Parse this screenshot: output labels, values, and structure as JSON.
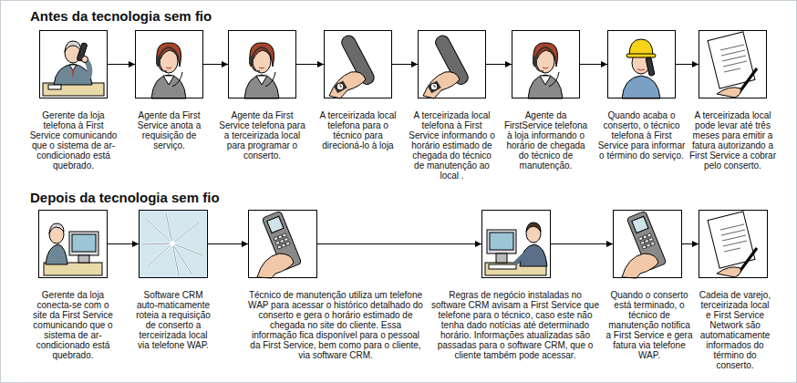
{
  "diagram": {
    "nodes": [
      {
        "text": [
          "Gerente da loja telefona à First Service comunicando que o sistema de ar-condicionado está quebrado."
        ]
      },
      {
        "text": [
          "Agente da First Service anota a requisição de serviço."
        ]
      },
      {
        "text": [
          "Agente da First Service telefona para a terceirizada local para programar o conserto."
        ]
      },
      {
        "text": [
          "A terceirizada local telefona para o técnico para direcioná-lo à loja"
        ]
      },
      {
        "text": [
          "A terceirizada local telefona à First Service informando o horário estimado de chegada do técnico de manutenção ao local ."
        ]
      },
      {
        "text": [
          "Agente da FirstService telefona à loja informando o horário de chegada do técnico de manutenção."
        ]
      },
      {
        "text": [
          "Quando acaba o conserto, o técnico telefona à First Service para informar o término do serviço."
        ]
      },
      {
        "text": [
          "A terceirizada local pode levar até três meses para emitir a fatura autorizando a First Service a cobrar pelo conserto."
        ]
      },
      {
        "text": [
          "Gerente da loja conecta-se com o site da First Service comunicando que o sistema de ar-condicionado está quebrado."
        ]
      },
      {
        "text": [
          "Software CRM auto-maticamente roteia a requisição de conserto a terceirizada local via telefone WAP."
        ]
      },
      {
        "text": [
          "Técnico de manutenção utiliza um telefone WAP para acessar o histórico detalhado do conserto e gera o horário estimado de chegada no site do cliente. Essa informação fica disponível para o pessoal da First Service, bem como para o cliente, via software CRM."
        ]
      },
      {
        "text": [
          "Regras de negócio instaladas no software CRM avisam a First Service que telefone para o técnico, caso este não tenha dado notícias até determinado horário. Informações atualizadas são passadas para o software CRM, que o cliente também pode acessar."
        ]
      },
      {
        "text": [
          "Quando o conserto está terminado, o técnico de manutenção notifica a First Service e gera fatura via telefone WAP."
        ]
      },
      {
        "text": [
          "Cadeia de varejo, terceirizada local e First Service Network são automaticamente informados do término do conserto."
        ]
      }
    ],
    "edges": [
      {
        "from": 0,
        "to": 1,
        "arrow": "to"
      },
      {
        "from": 1,
        "to": 2,
        "arrow": "to"
      },
      {
        "from": 2,
        "to": 3,
        "arrow": "to"
      },
      {
        "from": 3,
        "to": 4,
        "arrow": "to"
      },
      {
        "from": 4,
        "to": 5,
        "arrow": "to"
      },
      {
        "from": 5,
        "to": 6,
        "arrow": "to"
      },
      {
        "from": 6,
        "to": 7,
        "arrow": "to"
      },
      {
        "from": 8,
        "to": 9,
        "arrow": "to"
      },
      {
        "from": 9,
        "to": 10,
        "arrow": "to"
      },
      {
        "from": 10,
        "to": 11,
        "arrow": "to"
      },
      {
        "from": 11,
        "to": 12,
        "arrow": "to"
      },
      {
        "from": 12,
        "to": 13,
        "arrow": "to"
      }
    ],
    "labels": [
      "Antes da tecnologia sem fio",
      "Depois da tecnologia sem fio"
    ]
  }
}
